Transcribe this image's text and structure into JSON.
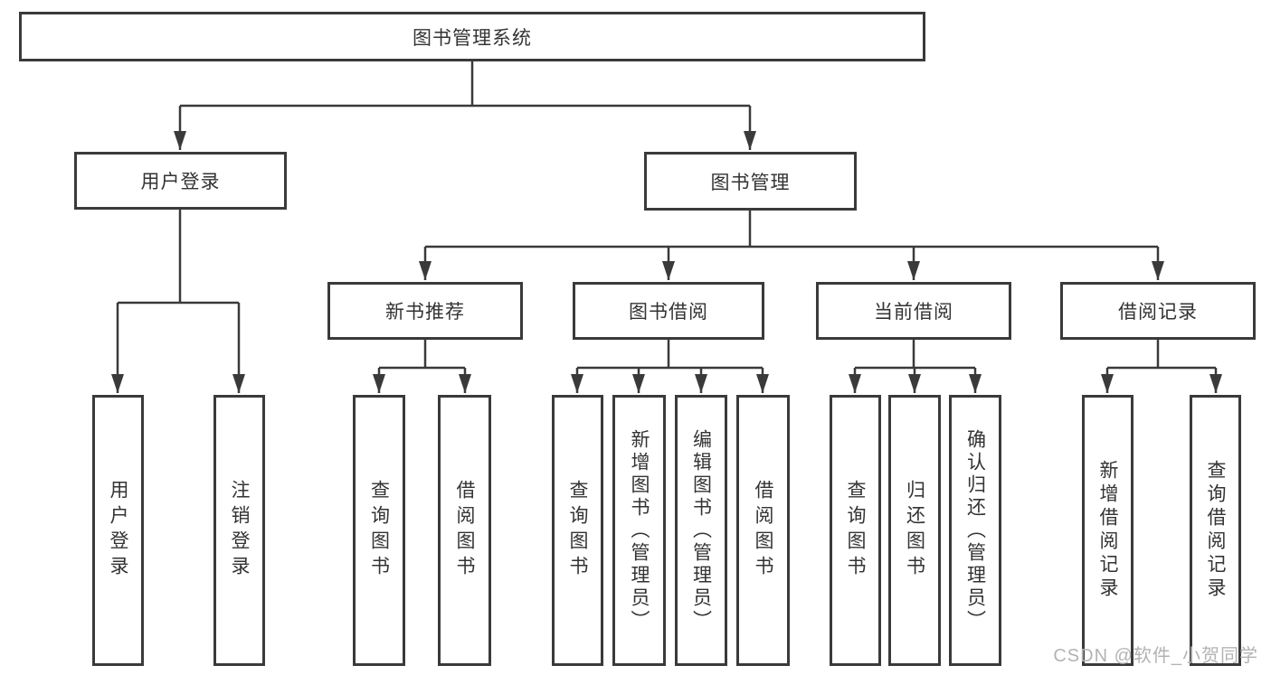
{
  "nodes": {
    "root": "图书管理系统",
    "user_login": "用户登录",
    "book_mgmt": "图书管理",
    "new_book_rec": "新书推荐",
    "book_borrow": "图书借阅",
    "current_borrow": "当前借阅",
    "borrow_record": "借阅记录",
    "ul_login": "用户登录",
    "ul_logout": "注销登录",
    "nbr_query": "查询图书",
    "nbr_borrow": "借阅图书",
    "bb_query": "查询图书",
    "bb_add": "新增图书（管理员）",
    "bb_edit": "编辑图书（管理员）",
    "bb_borrow": "借阅图书",
    "cb_query": "查询图书",
    "cb_return": "归还图书",
    "cb_confirm": "确认归还（管理员）",
    "br_add": "新增借阅记录",
    "br_query": "查询借阅记录"
  },
  "edges": [
    [
      "root",
      "user_login"
    ],
    [
      "root",
      "book_mgmt"
    ],
    [
      "user_login",
      "ul_login"
    ],
    [
      "user_login",
      "ul_logout"
    ],
    [
      "book_mgmt",
      "new_book_rec"
    ],
    [
      "book_mgmt",
      "book_borrow"
    ],
    [
      "book_mgmt",
      "current_borrow"
    ],
    [
      "book_mgmt",
      "borrow_record"
    ],
    [
      "new_book_rec",
      "nbr_query"
    ],
    [
      "new_book_rec",
      "nbr_borrow"
    ],
    [
      "book_borrow",
      "bb_query"
    ],
    [
      "book_borrow",
      "bb_add"
    ],
    [
      "book_borrow",
      "bb_edit"
    ],
    [
      "book_borrow",
      "bb_borrow"
    ],
    [
      "current_borrow",
      "cb_query"
    ],
    [
      "current_borrow",
      "cb_return"
    ],
    [
      "current_borrow",
      "cb_confirm"
    ],
    [
      "borrow_record",
      "br_add"
    ],
    [
      "borrow_record",
      "br_query"
    ]
  ],
  "colors": {
    "line": "#3a3a3a",
    "box_border": "#3a3a3a",
    "text": "#333333",
    "watermark": "#b3b3b3",
    "background": "#ffffff"
  },
  "watermark": "CSDN @软件_小贺同学"
}
